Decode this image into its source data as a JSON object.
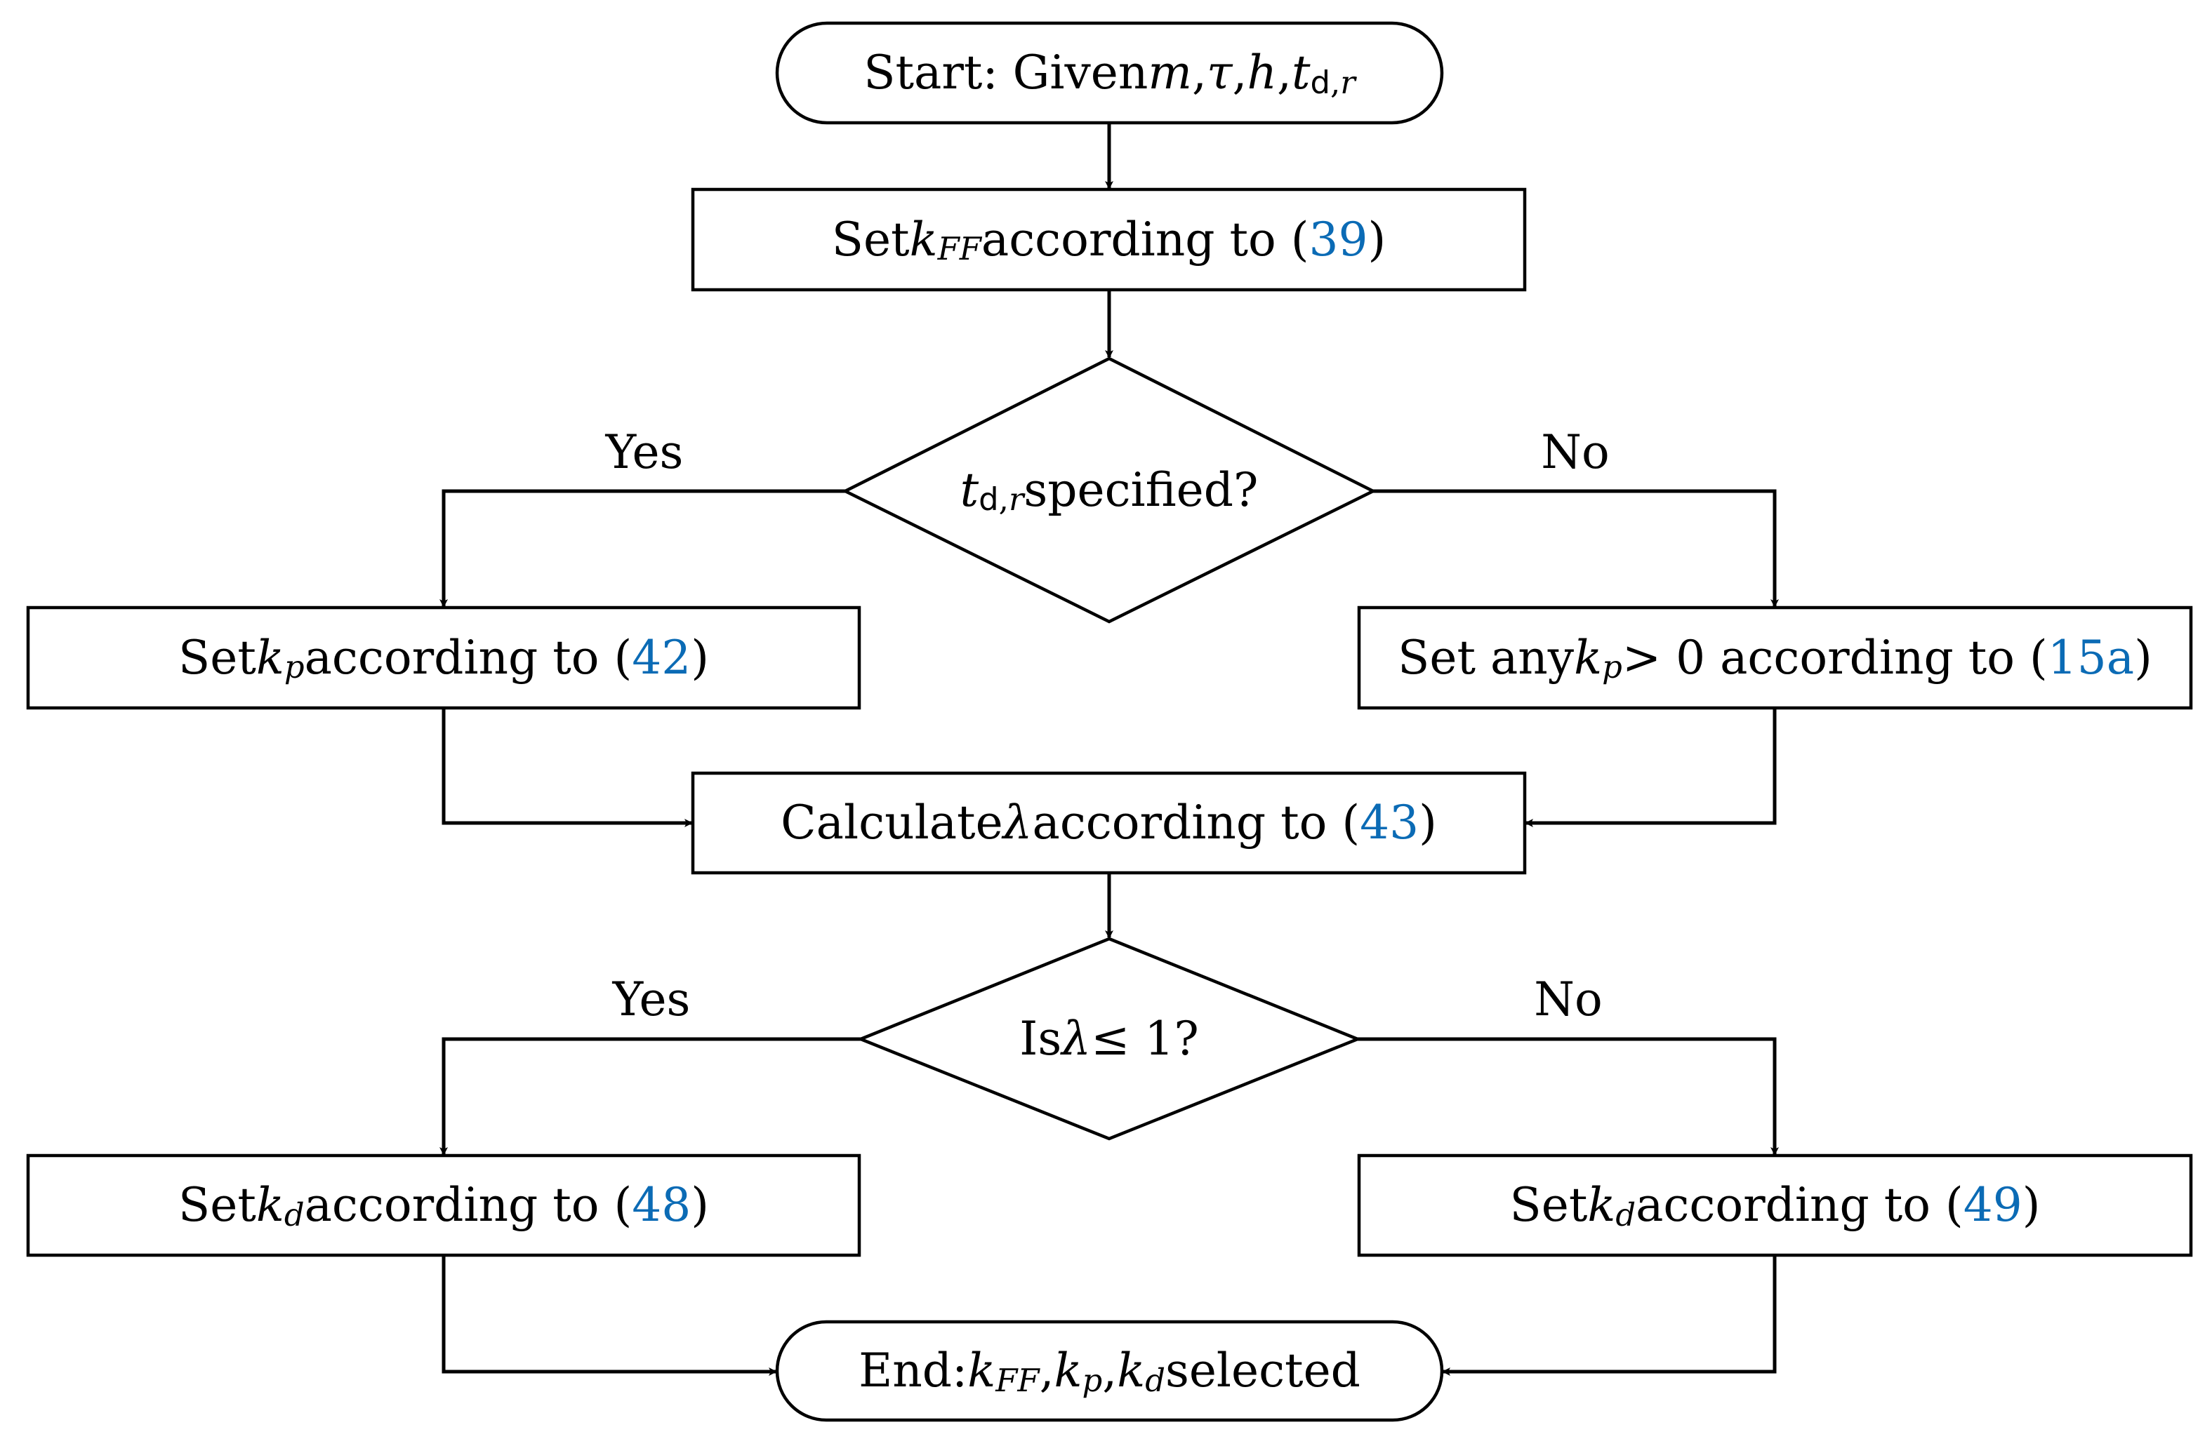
{
  "colors": {
    "stroke": "#000000",
    "reference_link": "#0b6bb5",
    "background": "#ffffff"
  },
  "nodes": {
    "start": {
      "prefix": "Start: Given ",
      "m": "m",
      "c1": ", ",
      "tau": "τ",
      "c2": ", ",
      "h": "h",
      "c3": ", ",
      "t": "t",
      "sub_d": "d",
      "sub_sep": ",",
      "sub_r": "r"
    },
    "set_kff": {
      "before": "Set ",
      "k": "k",
      "sub": "FF",
      "after": " according to (",
      "ref": "39",
      "close": ")"
    },
    "decision_td": {
      "t": "t",
      "sub_d": "d",
      "sub_sep": ",",
      "sub_r": "r",
      "after": " specified?"
    },
    "set_kp_42": {
      "before": "Set ",
      "k": "k",
      "sub": "p",
      "after": " according to (",
      "ref": "42",
      "close": ")"
    },
    "set_kp_15a": {
      "before": "Set any ",
      "k": "k",
      "sub": "p",
      "mid": " > 0 according to (",
      "ref": "15a",
      "close": ")"
    },
    "calc_lambda": {
      "before": "Calculate ",
      "lambda": "λ",
      "after": " according to (",
      "ref": "43",
      "close": ")"
    },
    "decision_lambda": {
      "before": "Is ",
      "lambda": "λ",
      "after": " ≤ 1?"
    },
    "set_kd_48": {
      "before": "Set ",
      "k": "k",
      "sub": "d",
      "after": " according to (",
      "ref": "48",
      "close": ")"
    },
    "set_kd_49": {
      "before": "Set ",
      "k": "k",
      "sub": "d",
      "after": " according to (",
      "ref": "49",
      "close": ")"
    },
    "end": {
      "prefix": "End: ",
      "k1": "k",
      "sub1": "FF",
      "c1": ", ",
      "k2": "k",
      "sub2": "p",
      "c2": ", ",
      "k3": "k",
      "sub3": "d",
      "after": " selected"
    }
  },
  "edge_labels": {
    "yes_1": "Yes",
    "no_1": "No",
    "yes_2": "Yes",
    "no_2": "No"
  }
}
